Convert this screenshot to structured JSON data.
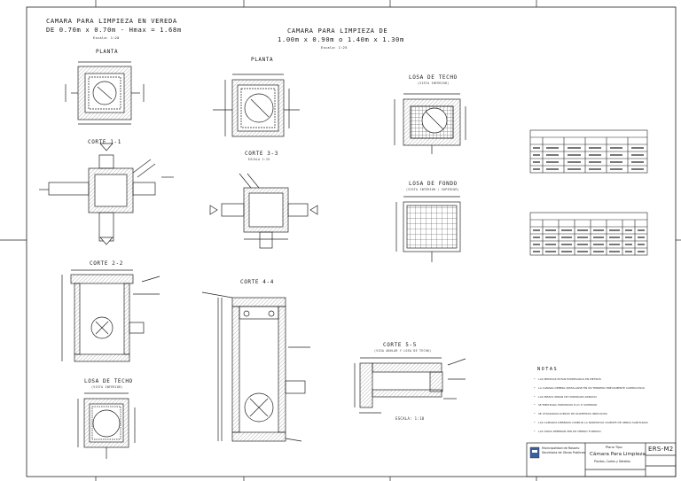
{
  "main_title": {
    "line1": "CAMARA PARA LIMPIEZA EN VEREDA",
    "line2": "DE 0.70m x 0.70m - Hmax = 1.68m",
    "scale": "Escala: 1:20"
  },
  "second_title": {
    "line1": "CAMARA PARA LIMPIEZA DE",
    "line2": "1.00m x 0.90m o 1.40m x 1.30m",
    "scale": "Escala: 1:25"
  },
  "sections": {
    "planta_a": "PLANTA",
    "corte_1_1": "CORTE 1-1",
    "corte_2_2": "CORTE 2-2",
    "losa_techo_a": "LOSA DE TECHO",
    "losa_techo_a_sub": "(VISTA INFERIOR)",
    "planta_b": "PLANTA",
    "corte_3_3": "CORTE 3-3",
    "corte_3_3_sub": "ESCALA 1:25",
    "corte_4_4": "CORTE 4-4",
    "losa_techo_b": "LOSA DE TECHO",
    "losa_techo_b_sub": "(VISTA INFERIOR)",
    "losa_fondo": "LOSA DE FONDO",
    "losa_fondo_sub": "(VISTA INTERIOR / SUPERIOR)",
    "corte_5_5": "CORTE 5-5",
    "corte_5_5_sub": "(VIGA ANULAR Y LOSA DE TECHO)",
    "escala_110": "ESCALA: 1:10"
  },
  "notes": {
    "title": "NOTAS",
    "items": [
      "LAS MEDIDAS ESTAN EXPRESADAS EN METROS",
      "LA CAMARA DEBERA INSTALARSE EN UN TERRENO PREVIAMENTE COMPACTADO",
      "LAS PIEZAS SERAN DE HORMIGON ARMADO",
      "SE EMPLEARA HORMIGON H-21 O SUPERIOR",
      "SE UTILIZARAN ACEROS DE DIAMETROS INDICADOS",
      "LAS CAMARAS DEBERAN CUMPLIR LA NORMATIVA VIGENTE DE OBRAS SANITARIAS",
      "LAS TAPAS DEBERAN SER DE HIERRO FUNDIDO"
    ]
  },
  "title_block": {
    "institution_line1": "Municipalidad de Rosario",
    "institution_line2": "Secretaria de Obras Publicas",
    "plan_type": "Plano Tipo",
    "plan_name_line1": "Cámara Para Limpieza",
    "plan_name_line2": "Plantas, Cortes y Detalles",
    "code": "ERS-M2"
  },
  "colors": {
    "line": "#2a2a2a",
    "hatch": "#777777",
    "crest_blue": "#3a5fa0"
  }
}
